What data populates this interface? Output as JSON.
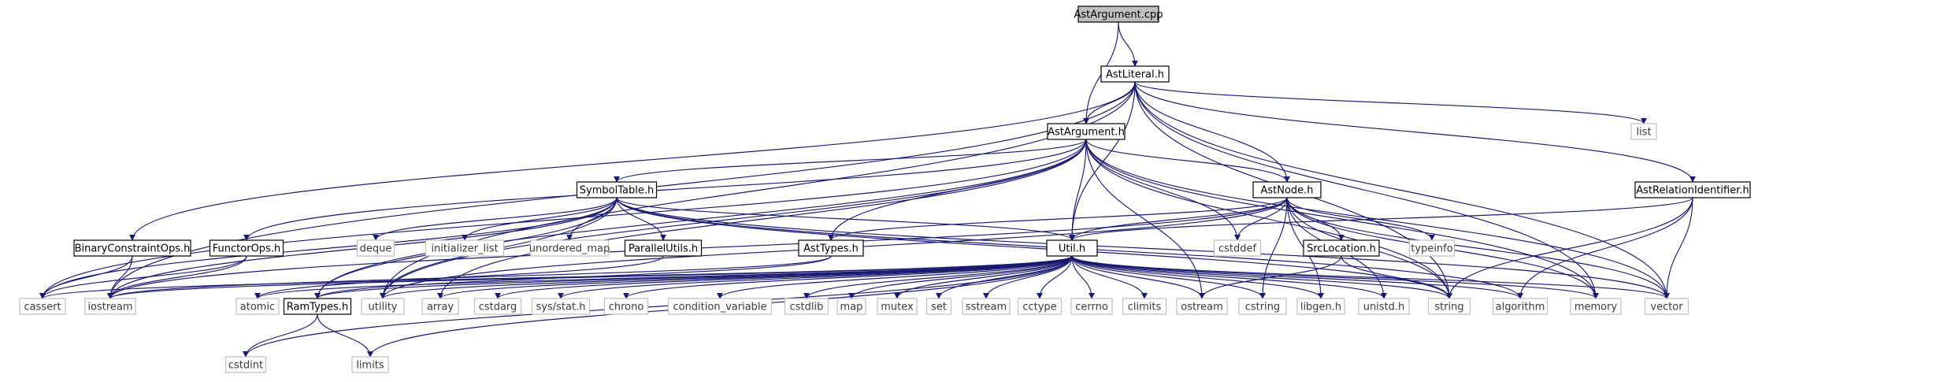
{
  "diagram": {
    "kind": "include-dependency-graph",
    "colors": {
      "edge": "#191970",
      "root_fill": "#bfbfbf",
      "doc_border": "#000000",
      "external_border": "#bfbfbf",
      "background": "#ffffff"
    },
    "nodes": [
      {
        "id": "astargument_cpp",
        "label": "AstArgument.cpp",
        "kind": "root"
      },
      {
        "id": "astliteral_h",
        "label": "AstLiteral.h",
        "kind": "documented"
      },
      {
        "id": "astargument_h",
        "label": "AstArgument.h",
        "kind": "documented"
      },
      {
        "id": "list",
        "label": "list",
        "kind": "external"
      },
      {
        "id": "symboltable_h",
        "label": "SymbolTable.h",
        "kind": "documented"
      },
      {
        "id": "astnode_h",
        "label": "AstNode.h",
        "kind": "documented"
      },
      {
        "id": "astrelationidentifier_h",
        "label": "AstRelationIdentifier.h",
        "kind": "documented"
      },
      {
        "id": "binaryconstraintops_h",
        "label": "BinaryConstraintOps.h",
        "kind": "documented"
      },
      {
        "id": "functorops_h",
        "label": "FunctorOps.h",
        "kind": "documented"
      },
      {
        "id": "deque",
        "label": "deque",
        "kind": "external"
      },
      {
        "id": "initializer_list",
        "label": "initializer_list",
        "kind": "external"
      },
      {
        "id": "unordered_map",
        "label": "unordered_map",
        "kind": "external"
      },
      {
        "id": "parallelutils_h",
        "label": "ParallelUtils.h",
        "kind": "documented"
      },
      {
        "id": "asttypes_h",
        "label": "AstTypes.h",
        "kind": "documented"
      },
      {
        "id": "util_h",
        "label": "Util.h",
        "kind": "documented"
      },
      {
        "id": "cstddef",
        "label": "cstddef",
        "kind": "external"
      },
      {
        "id": "srclocation_h",
        "label": "SrcLocation.h",
        "kind": "documented"
      },
      {
        "id": "typeinfo",
        "label": "typeinfo",
        "kind": "external"
      },
      {
        "id": "cassert",
        "label": "cassert",
        "kind": "external"
      },
      {
        "id": "iostream",
        "label": "iostream",
        "kind": "external"
      },
      {
        "id": "atomic",
        "label": "atomic",
        "kind": "external"
      },
      {
        "id": "ramtypes_h",
        "label": "RamTypes.h",
        "kind": "documented"
      },
      {
        "id": "utility",
        "label": "utility",
        "kind": "external"
      },
      {
        "id": "array",
        "label": "array",
        "kind": "external"
      },
      {
        "id": "cstdarg",
        "label": "cstdarg",
        "kind": "external"
      },
      {
        "id": "sys_stat_h",
        "label": "sys/stat.h",
        "kind": "external"
      },
      {
        "id": "chrono",
        "label": "chrono",
        "kind": "external"
      },
      {
        "id": "condition_variable",
        "label": "condition_variable",
        "kind": "external"
      },
      {
        "id": "cstdlib",
        "label": "cstdlib",
        "kind": "external"
      },
      {
        "id": "map",
        "label": "map",
        "kind": "external"
      },
      {
        "id": "mutex",
        "label": "mutex",
        "kind": "external"
      },
      {
        "id": "set",
        "label": "set",
        "kind": "external"
      },
      {
        "id": "sstream",
        "label": "sstream",
        "kind": "external"
      },
      {
        "id": "cctype",
        "label": "cctype",
        "kind": "external"
      },
      {
        "id": "cerrno",
        "label": "cerrno",
        "kind": "external"
      },
      {
        "id": "climits",
        "label": "climits",
        "kind": "external"
      },
      {
        "id": "ostream",
        "label": "ostream",
        "kind": "external"
      },
      {
        "id": "cstring",
        "label": "cstring",
        "kind": "external"
      },
      {
        "id": "libgen_h",
        "label": "libgen.h",
        "kind": "external"
      },
      {
        "id": "unistd_h",
        "label": "unistd.h",
        "kind": "external"
      },
      {
        "id": "string",
        "label": "string",
        "kind": "external"
      },
      {
        "id": "algorithm",
        "label": "algorithm",
        "kind": "external"
      },
      {
        "id": "memory",
        "label": "memory",
        "kind": "external"
      },
      {
        "id": "vector",
        "label": "vector",
        "kind": "external"
      },
      {
        "id": "cstdint",
        "label": "cstdint",
        "kind": "external"
      },
      {
        "id": "limits",
        "label": "limits",
        "kind": "external"
      }
    ],
    "edges": [
      [
        "astargument_cpp",
        "astliteral_h"
      ],
      [
        "astargument_cpp",
        "astargument_h"
      ],
      [
        "astliteral_h",
        "astargument_h"
      ],
      [
        "astliteral_h",
        "list"
      ],
      [
        "astliteral_h",
        "astnode_h"
      ],
      [
        "astliteral_h",
        "astrelationidentifier_h"
      ],
      [
        "astliteral_h",
        "binaryconstraintops_h"
      ],
      [
        "astliteral_h",
        "iostream"
      ],
      [
        "astliteral_h",
        "util_h"
      ],
      [
        "astliteral_h",
        "utility"
      ],
      [
        "astliteral_h",
        "string"
      ],
      [
        "astliteral_h",
        "memory"
      ],
      [
        "astliteral_h",
        "vector"
      ],
      [
        "astargument_h",
        "symboltable_h"
      ],
      [
        "astargument_h",
        "astnode_h"
      ],
      [
        "astargument_h",
        "functorops_h"
      ],
      [
        "astargument_h",
        "asttypes_h"
      ],
      [
        "astargument_h",
        "util_h"
      ],
      [
        "astargument_h",
        "cassert"
      ],
      [
        "astargument_h",
        "ramtypes_h"
      ],
      [
        "astargument_h",
        "cstddef"
      ],
      [
        "astargument_h",
        "utility"
      ],
      [
        "astargument_h",
        "array"
      ],
      [
        "astargument_h",
        "ostream"
      ],
      [
        "astargument_h",
        "string"
      ],
      [
        "astargument_h",
        "memory"
      ],
      [
        "astargument_h",
        "vector"
      ],
      [
        "symboltable_h",
        "cassert"
      ],
      [
        "symboltable_h",
        "iostream"
      ],
      [
        "symboltable_h",
        "deque"
      ],
      [
        "symboltable_h",
        "initializer_list"
      ],
      [
        "symboltable_h",
        "unordered_map"
      ],
      [
        "symboltable_h",
        "parallelutils_h"
      ],
      [
        "symboltable_h",
        "util_h"
      ],
      [
        "symboltable_h",
        "ramtypes_h"
      ],
      [
        "symboltable_h",
        "utility"
      ],
      [
        "symboltable_h",
        "string"
      ],
      [
        "symboltable_h",
        "algorithm"
      ],
      [
        "symboltable_h",
        "vector"
      ],
      [
        "astnode_h",
        "asttypes_h"
      ],
      [
        "astnode_h",
        "util_h"
      ],
      [
        "astnode_h",
        "cstddef"
      ],
      [
        "astnode_h",
        "srclocation_h"
      ],
      [
        "astnode_h",
        "typeinfo"
      ],
      [
        "astnode_h",
        "iostream"
      ],
      [
        "astnode_h",
        "utility"
      ],
      [
        "astnode_h",
        "cstring"
      ],
      [
        "astnode_h",
        "libgen_h"
      ],
      [
        "astnode_h",
        "unistd_h"
      ],
      [
        "astnode_h",
        "string"
      ],
      [
        "astnode_h",
        "memory"
      ],
      [
        "astnode_h",
        "vector"
      ],
      [
        "astrelationidentifier_h",
        "util_h"
      ],
      [
        "astrelationidentifier_h",
        "string"
      ],
      [
        "astrelationidentifier_h",
        "algorithm"
      ],
      [
        "astrelationidentifier_h",
        "vector"
      ],
      [
        "binaryconstraintops_h",
        "cassert"
      ],
      [
        "binaryconstraintops_h",
        "iostream"
      ],
      [
        "functorops_h",
        "cassert"
      ],
      [
        "functorops_h",
        "iostream"
      ],
      [
        "parallelutils_h",
        "atomic"
      ],
      [
        "asttypes_h",
        "ramtypes_h"
      ],
      [
        "asttypes_h",
        "iostream"
      ],
      [
        "srclocation_h",
        "ostream"
      ],
      [
        "srclocation_h",
        "string"
      ],
      [
        "util_h",
        "cassert"
      ],
      [
        "util_h",
        "iostream"
      ],
      [
        "util_h",
        "atomic"
      ],
      [
        "util_h",
        "ramtypes_h"
      ],
      [
        "util_h",
        "utility"
      ],
      [
        "util_h",
        "array"
      ],
      [
        "util_h",
        "cstdarg"
      ],
      [
        "util_h",
        "sys_stat_h"
      ],
      [
        "util_h",
        "chrono"
      ],
      [
        "util_h",
        "condition_variable"
      ],
      [
        "util_h",
        "cstdlib"
      ],
      [
        "util_h",
        "map"
      ],
      [
        "util_h",
        "mutex"
      ],
      [
        "util_h",
        "set"
      ],
      [
        "util_h",
        "sstream"
      ],
      [
        "util_h",
        "cctype"
      ],
      [
        "util_h",
        "cerrno"
      ],
      [
        "util_h",
        "climits"
      ],
      [
        "util_h",
        "ostream"
      ],
      [
        "util_h",
        "cstring"
      ],
      [
        "util_h",
        "libgen_h"
      ],
      [
        "util_h",
        "unistd_h"
      ],
      [
        "util_h",
        "string"
      ],
      [
        "util_h",
        "algorithm"
      ],
      [
        "util_h",
        "memory"
      ],
      [
        "util_h",
        "vector"
      ],
      [
        "util_h",
        "cstdint"
      ],
      [
        "util_h",
        "limits"
      ],
      [
        "ramtypes_h",
        "cstdint"
      ],
      [
        "ramtypes_h",
        "limits"
      ]
    ]
  }
}
